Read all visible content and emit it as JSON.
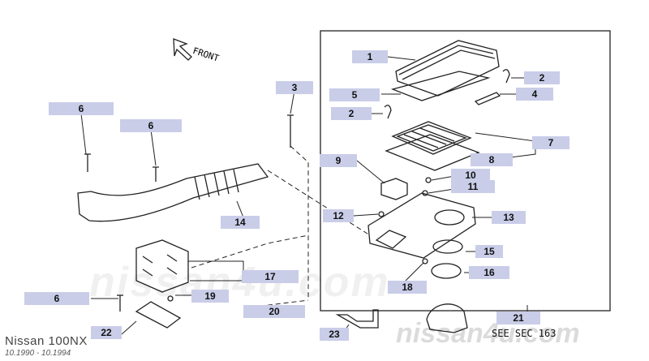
{
  "diagram": {
    "front_label": "FRONT",
    "see_sec": "SEE SEC 163",
    "footer": {
      "model": "Nissan 100NX",
      "dates": "10.1990 - 10.1994"
    },
    "watermark": {
      "big": "nissan4u.com",
      "small": "nissan4u.com"
    },
    "callouts": [
      {
        "label": "1"
      },
      {
        "label": "2"
      },
      {
        "label": "5"
      },
      {
        "label": "4"
      },
      {
        "label": "2"
      },
      {
        "label": "3"
      },
      {
        "label": "6"
      },
      {
        "label": "6"
      },
      {
        "label": "7"
      },
      {
        "label": "9"
      },
      {
        "label": "8"
      },
      {
        "label": "10"
      },
      {
        "label": "11"
      },
      {
        "label": "12"
      },
      {
        "label": "13"
      },
      {
        "label": "14"
      },
      {
        "label": "15"
      },
      {
        "label": "16"
      },
      {
        "label": "17"
      },
      {
        "label": "18"
      },
      {
        "label": "19"
      },
      {
        "label": "6"
      },
      {
        "label": "20"
      },
      {
        "label": "21"
      },
      {
        "label": "22"
      },
      {
        "label": "23"
      }
    ]
  }
}
